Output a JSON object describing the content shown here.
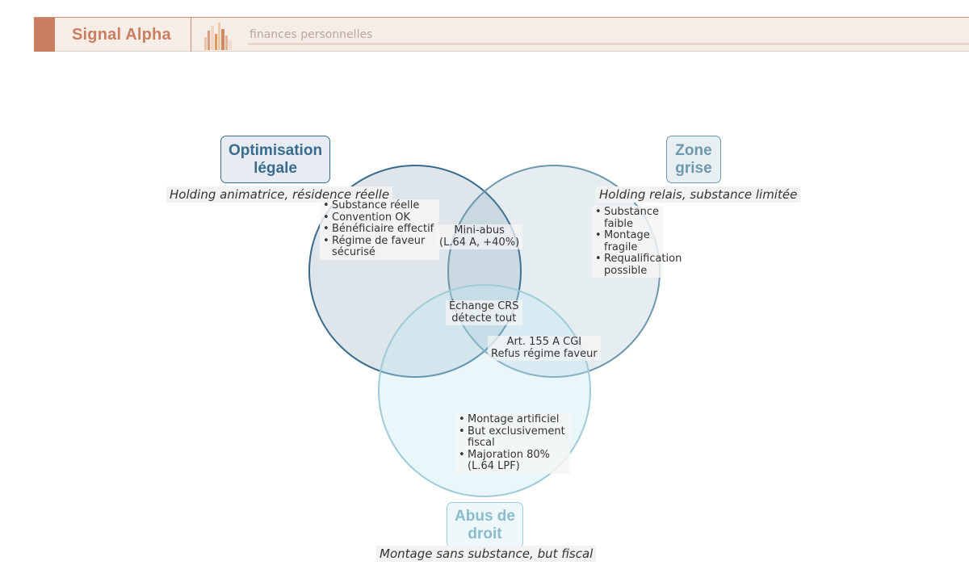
{
  "header": {
    "brand": "Signal Alpha",
    "tagline": "finances personnelles",
    "logo_icon": "bar-chart-icon"
  },
  "colors": {
    "brand": "#c97e61",
    "set_legal": "#3a6b8c",
    "set_grey": "#6d97ab",
    "set_abuse": "#9fcbd8"
  },
  "venn": {
    "sets": [
      {
        "title": "Optimisation\nlégale",
        "caption": "Holding animatrice, résidence réelle",
        "items": [
          "Substance réelle",
          "Convention OK",
          "Bénéficiaire effectif",
          "Régime de faveur sécurisé"
        ]
      },
      {
        "title": "Zone\ngrise",
        "caption": "Holding relais, substance limitée",
        "items": [
          "Substance faible",
          "Montage fragile",
          "Requalification possible"
        ]
      },
      {
        "title": "Abus de\ndroit",
        "caption": "Montage sans substance, but fiscal",
        "items": [
          "Montage artificiel",
          "But exclusivement fiscal",
          "Majoration 80% (L.64 LPF)"
        ]
      }
    ],
    "overlaps": {
      "legal_grey": [
        "Mini-abus",
        "(L.64 A, +40%)"
      ],
      "all": [
        "Échange CRS",
        "détecte tout"
      ],
      "grey_abuse": [
        "Art. 155 A CGI",
        "Refus régime faveur"
      ]
    }
  }
}
